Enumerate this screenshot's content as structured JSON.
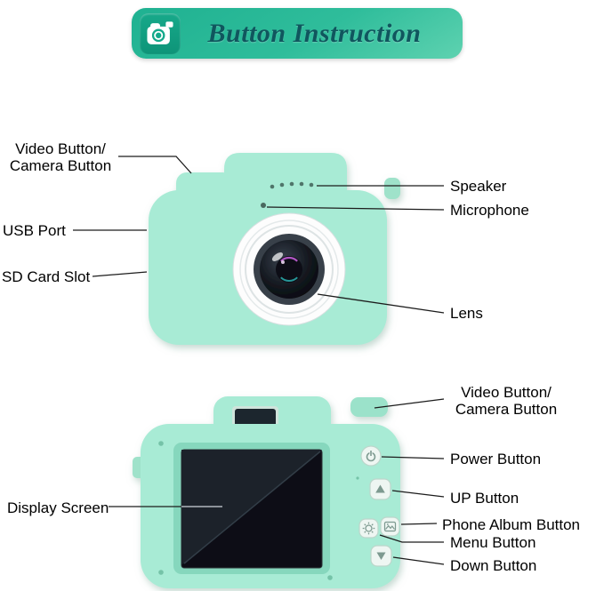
{
  "header": {
    "title": "Button Instruction",
    "icon": "camera-icon"
  },
  "front_view": {
    "labels": {
      "video_camera": "Video Button/\nCamera Button",
      "usb_port": "USB Port",
      "sd_card_slot": "SD Card Slot",
      "speaker": "Speaker",
      "microphone": "Microphone",
      "lens": "Lens"
    }
  },
  "back_view": {
    "labels": {
      "video_camera": "Video Button/\nCamera Button",
      "power": "Power Button",
      "up": "UP Button",
      "phone_album": "Phone Album Button",
      "menu": "Menu Button",
      "down": "Down Button",
      "display_screen": "Display Screen"
    }
  },
  "colors": {
    "camera_body": "#a8ebd5",
    "banner_teal": "#2bb896",
    "title_text": "#10565e",
    "screen_dark": "#0c1117"
  }
}
